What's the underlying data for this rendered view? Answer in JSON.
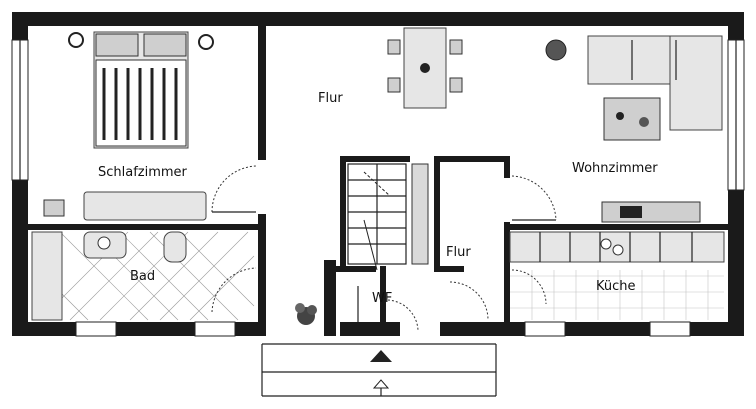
{
  "rooms": {
    "schlafzimmer": "Schlafzimmer",
    "flur_top": "Flur",
    "wohnzimmer": "Wohnzimmer",
    "bad": "Bad",
    "flur_mid": "Flur",
    "wf": "WF",
    "kueche": "Küche"
  },
  "icons": {
    "entrance": "entrance-arrow-icon",
    "plant": "plant-icon"
  },
  "colors": {
    "wall": "#1a1a1a",
    "background": "#ffffff",
    "furniture": "#e6e6e6"
  }
}
